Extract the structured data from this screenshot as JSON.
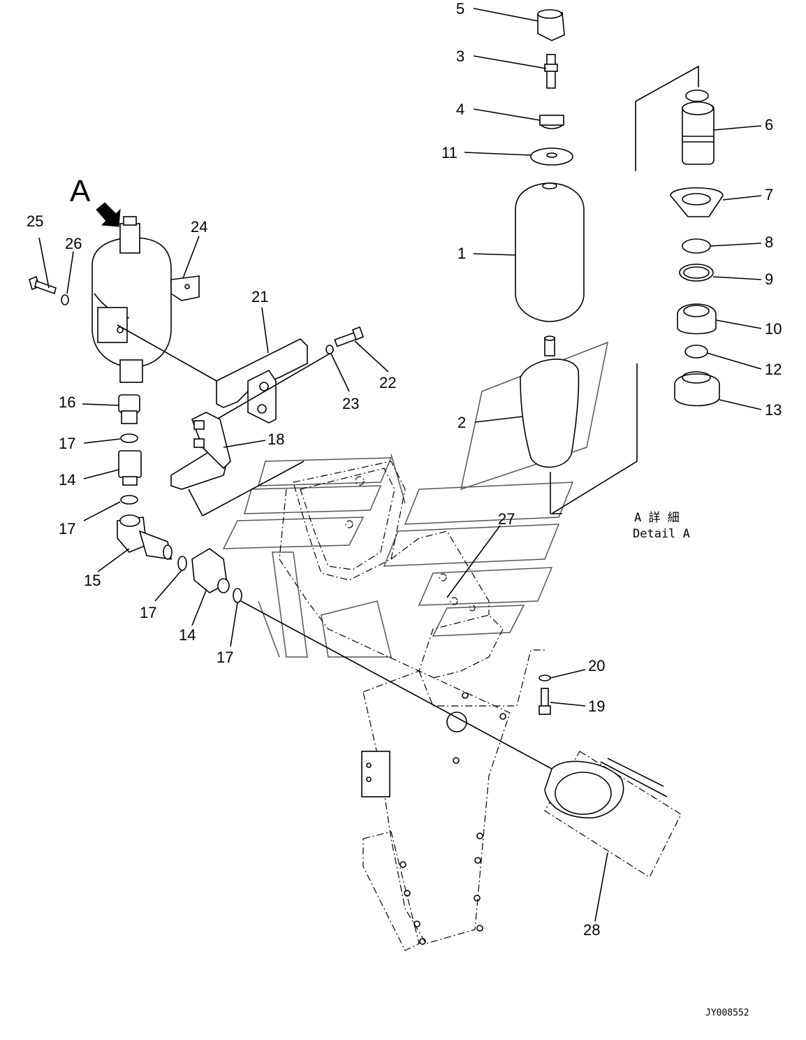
{
  "diagram": {
    "view_marker": "A",
    "detail_label_jp": "A 詳 細",
    "detail_label_en": "Detail A",
    "drawing_code": "JY008552",
    "callouts": [
      {
        "id": "c5",
        "text": "5"
      },
      {
        "id": "c3",
        "text": "3"
      },
      {
        "id": "c4",
        "text": "4"
      },
      {
        "id": "c11",
        "text": "11"
      },
      {
        "id": "c1",
        "text": "1"
      },
      {
        "id": "c2",
        "text": "2"
      },
      {
        "id": "c6",
        "text": "6"
      },
      {
        "id": "c7",
        "text": "7"
      },
      {
        "id": "c8",
        "text": "8"
      },
      {
        "id": "c9",
        "text": "9"
      },
      {
        "id": "c10",
        "text": "10"
      },
      {
        "id": "c12",
        "text": "12"
      },
      {
        "id": "c13",
        "text": "13"
      },
      {
        "id": "c25",
        "text": "25"
      },
      {
        "id": "c26",
        "text": "26"
      },
      {
        "id": "c24",
        "text": "24"
      },
      {
        "id": "c21",
        "text": "21"
      },
      {
        "id": "c22",
        "text": "22"
      },
      {
        "id": "c23",
        "text": "23"
      },
      {
        "id": "c18",
        "text": "18"
      },
      {
        "id": "c16",
        "text": "16"
      },
      {
        "id": "c17a",
        "text": "17"
      },
      {
        "id": "c14a",
        "text": "14"
      },
      {
        "id": "c17b",
        "text": "17"
      },
      {
        "id": "c15",
        "text": "15"
      },
      {
        "id": "c17c",
        "text": "17"
      },
      {
        "id": "c14b",
        "text": "14"
      },
      {
        "id": "c17d",
        "text": "17"
      },
      {
        "id": "c27",
        "text": "27"
      },
      {
        "id": "c20",
        "text": "20"
      },
      {
        "id": "c19",
        "text": "19"
      },
      {
        "id": "c28",
        "text": "28"
      }
    ]
  }
}
